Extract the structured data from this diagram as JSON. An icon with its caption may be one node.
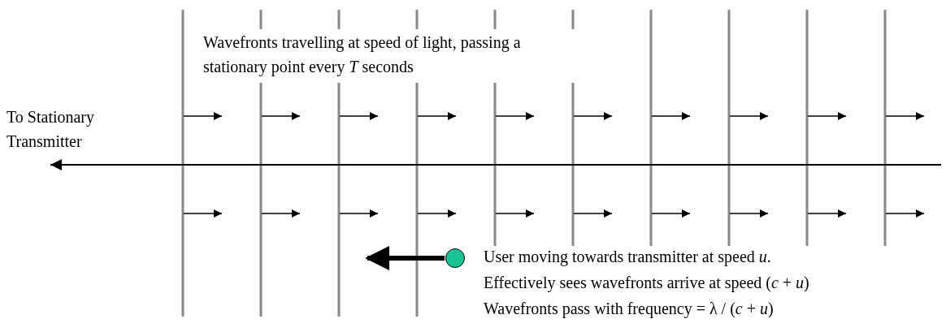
{
  "diagram": {
    "nodes": [
      {
        "text": [],
        "shape": "circle",
        "beside": [
          "User moving towards transmitter at speed *u*.",
          "Effectively sees wavefronts arrive at speed (*c* + *u*)",
          "Wavefronts pass with frequency = λ / (*c* + *u*)"
        ]
      }
    ],
    "labels": [
      "Wavefronts travelling at speed of light, passing a stationary point every *T* seconds",
      "To Stationary Transmitter"
    ]
  }
}
